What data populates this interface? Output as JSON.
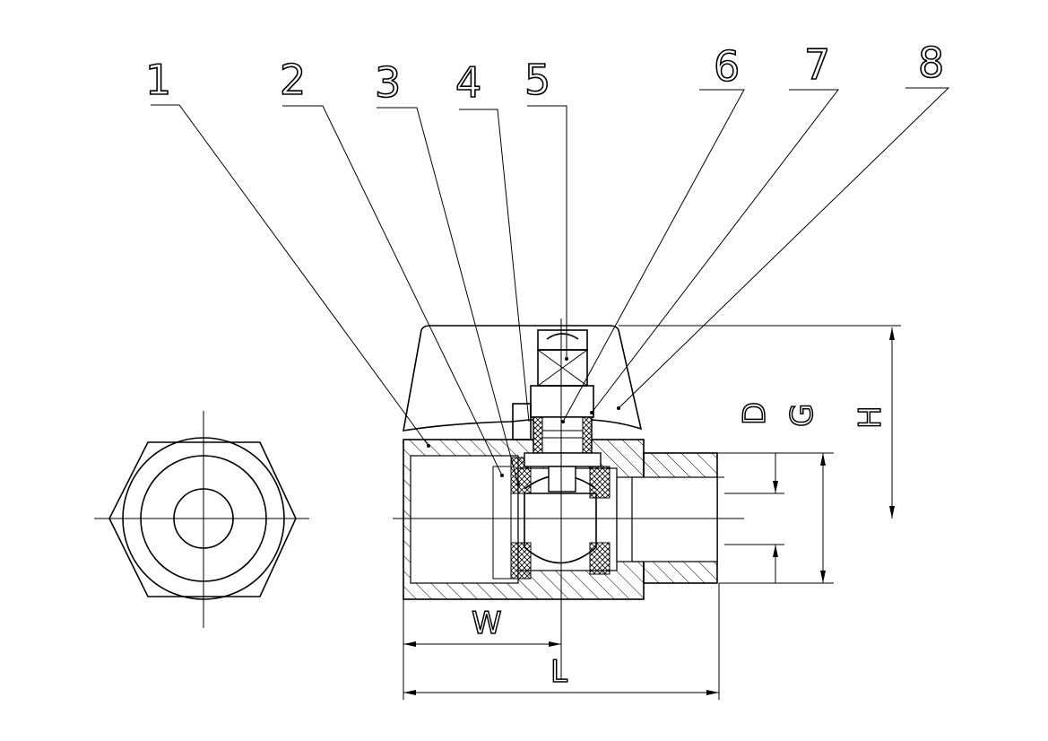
{
  "drawing": {
    "part_labels": [
      "1",
      "2",
      "3",
      "4",
      "5",
      "6",
      "7",
      "8"
    ],
    "dimensions": {
      "W": "W",
      "L": "L",
      "D": "D",
      "G": "G",
      "H": "H"
    }
  }
}
